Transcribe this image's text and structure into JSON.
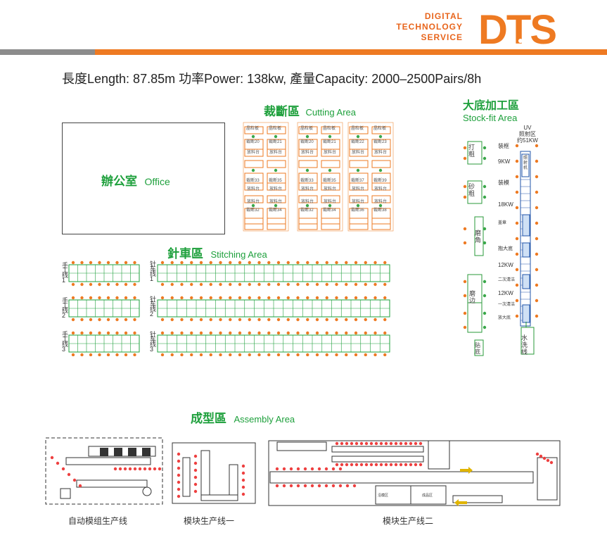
{
  "brand": {
    "line1": "DIGITAL",
    "line2": "TECHNOLOGY",
    "line3": "SERVICE",
    "logo_text": "DTS",
    "color": "#ee7a22",
    "gray": "#8c8c8c"
  },
  "headline": "長度Length: 87.85m  功率Power: 138kw, 產量Capacity: 2000–2500Pairs/8h",
  "office": {
    "cn": "辦公室",
    "en": "Office"
  },
  "cutting": {
    "cn": "裁斷區",
    "en": "Cutting Area",
    "top_tags": [
      "晶粒板",
      "晶粒板",
      "晶粒板",
      "晶粒板",
      "晶粒板",
      "晶粒板"
    ],
    "row1": [
      "裁断20",
      "裁断21",
      "裁断20",
      "裁断21",
      "裁断22",
      "裁断23"
    ],
    "row1_tables": [
      "放料台",
      "放料台",
      "放料台",
      "放料台",
      "放料台",
      "放料台"
    ],
    "row2": [
      "裁断33",
      "裁断35",
      "裁断33",
      "裁断35",
      "裁断37",
      "裁断39"
    ],
    "row2_tables": [
      "放料台",
      "放料台",
      "放料台",
      "放料台",
      "放料台",
      "放料台"
    ],
    "row3_tables": [
      "放料台",
      "放料台",
      "放料台",
      "放料台",
      "放料台",
      "放料台"
    ],
    "row3": [
      "裁断32",
      "裁断34",
      "裁断32",
      "裁断34",
      "裁断36",
      "裁断38"
    ]
  },
  "stitching": {
    "cn": "針車區",
    "en": "Stitching Area",
    "hand_lines": [
      "手工线1",
      "手工线2",
      "手工线3"
    ],
    "sew_lines": [
      "针车线1",
      "针车线2",
      "针车线3"
    ]
  },
  "stockfit": {
    "cn": "大底加工區",
    "en": "Stock-fit Area",
    "uv": "UV",
    "uv_zone": "照射区",
    "uv_power": "约51KW",
    "left_machines": [
      "打粗",
      "砂粗",
      "磨角",
      "磨边",
      "贴底"
    ],
    "right_labels": [
      "装框",
      "9KW",
      "装模",
      "18KW",
      "盖章",
      "抱大底",
      "12KW",
      "二次清洁",
      "12KW",
      "一次清洁",
      "放大底"
    ],
    "uv_box": "照射机",
    "wash": "水洗线"
  },
  "assembly": {
    "cn": "成型區",
    "en": "Assembly Area",
    "captions": [
      "自动模组生产线",
      "模块生产线一",
      "模块生产线二"
    ],
    "inner_labels": [
      "沿模区",
      "成品区"
    ]
  }
}
